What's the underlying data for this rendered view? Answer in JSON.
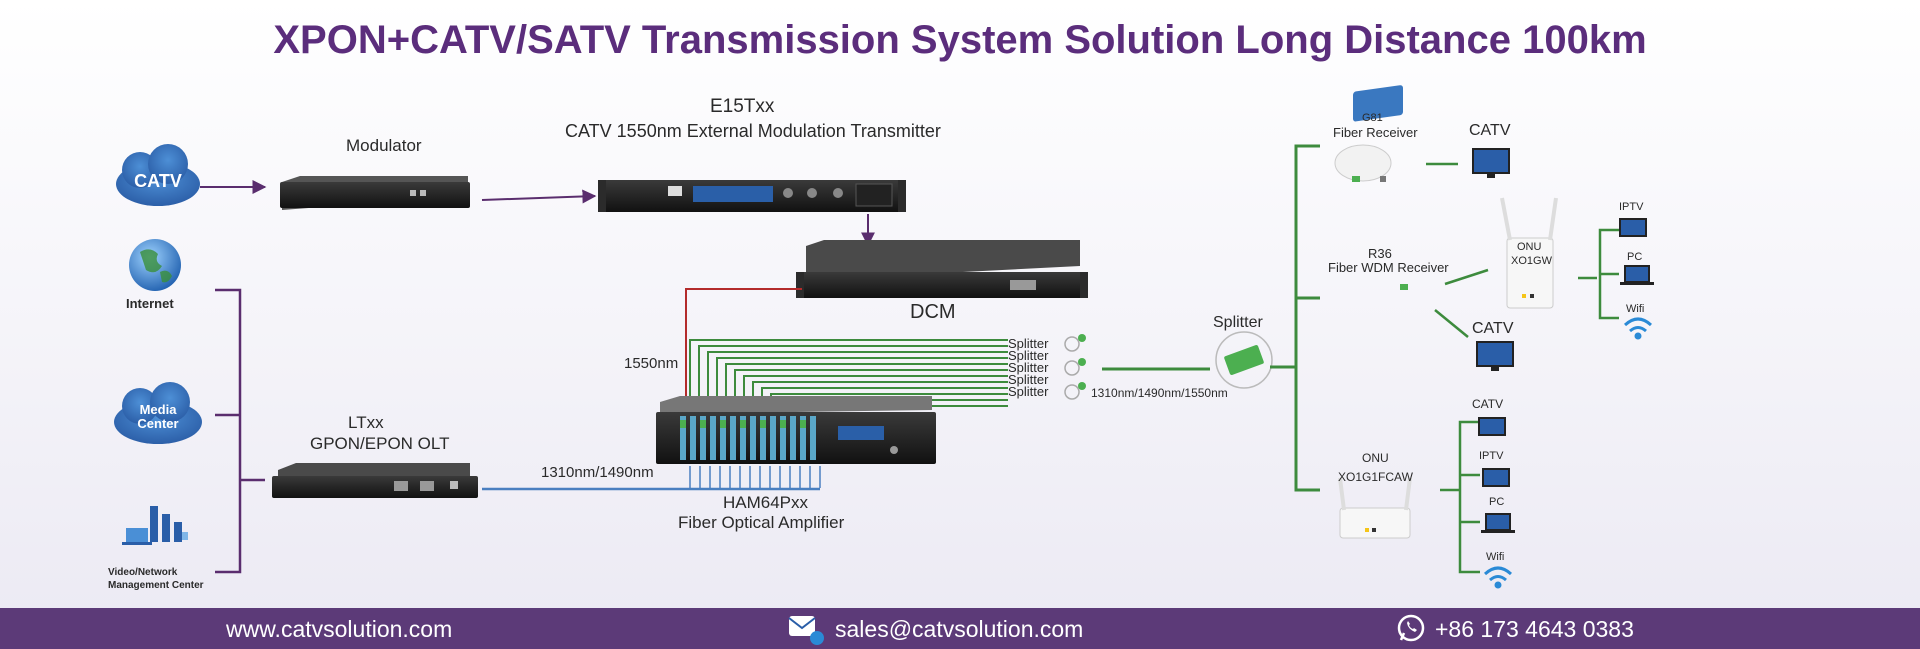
{
  "title": "XPON+CATV/SATV Transmission System Solution Long Distance 100km",
  "left": {
    "catv_cloud": "CATV",
    "internet": "Internet",
    "media_center_line1": "Media",
    "media_center_line2": "Center",
    "video_center_line1": "Video/Network",
    "video_center_line2": "Management Center"
  },
  "modulator": "Modulator",
  "transmitter": {
    "model": "E15Txx",
    "name": "CATV 1550nm External Modulation Transmitter"
  },
  "dcm": "DCM",
  "olt": {
    "model": "LTxx",
    "name": "GPON/EPON OLT"
  },
  "amplifier": {
    "model": "HAM64Pxx",
    "name": "Fiber Optical Amplifier"
  },
  "wavelengths": {
    "w1550": "1550nm",
    "w1310_1490": "1310nm/1490nm",
    "w_all": "1310nm/1490nm/1550nm"
  },
  "splitters": [
    "Splitter",
    "Splitter",
    "Splitter",
    "Splitter",
    "Splitter"
  ],
  "splitter_main": "Splitter",
  "receivers": {
    "g81_model": "G81",
    "g81_name": "Fiber Receiver",
    "r36_model": "R36",
    "r36_name": "Fiber WDM Receiver"
  },
  "onu1": {
    "line1": "ONU",
    "line2": "XO1GW"
  },
  "onu2": {
    "line1": "ONU",
    "line2": "XO1G1FCAW"
  },
  "endpoints": {
    "catv_top": "CATV",
    "catv_mid": "CATV",
    "iptv_right": "IPTV",
    "pc_right": "PC",
    "wifi_right": "Wifi",
    "catv_bottom": "CATV",
    "iptv_bottom": "IPTV",
    "pc_bottom": "PC",
    "wifi_bottom": "Wifi"
  },
  "footer": {
    "website": "www.catvsolution.com",
    "email": "sales@catvsolution.com",
    "phone": "+86 173 4643 0383"
  },
  "colors": {
    "title": "#5b2d7c",
    "footer_bg": "#5c3a78",
    "line_purple": "#5a2d6e",
    "line_green": "#3d8b3d",
    "line_red": "#b32b2b",
    "line_blue": "#4a7fc0"
  }
}
